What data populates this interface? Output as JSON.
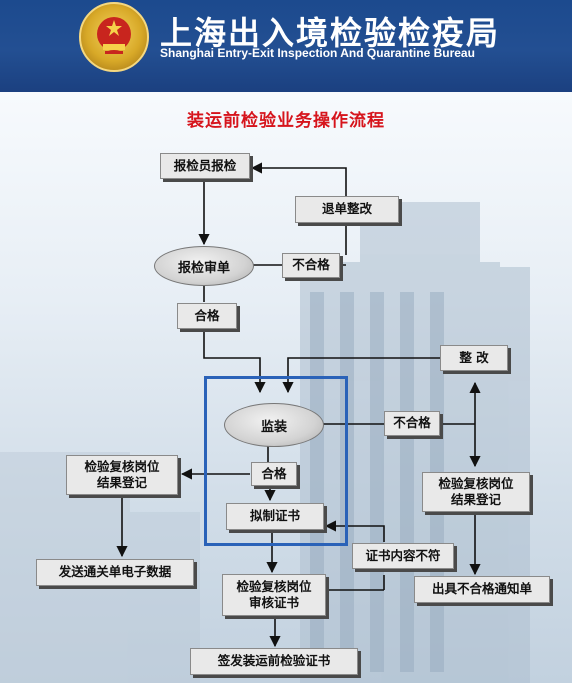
{
  "header": {
    "title_cn": "上海出入境检验检疫局",
    "title_en": "Shanghai Entry-Exit Inspection And Quarantine Bureau"
  },
  "flow": {
    "title": "装运前检验业务操作流程",
    "nodes": {
      "declarant": "报检员报检",
      "return_fix": "退单整改",
      "review": "报检审单",
      "fail_review": "不合格",
      "pass_review": "合格",
      "rectify": "整 改",
      "supervise": "监装",
      "fail_supervise": "不合格",
      "pass_supervise": "合格",
      "recheck_left_1": "检验复核岗位",
      "recheck_left_2": "结果登记",
      "recheck_right_1": "检验复核岗位",
      "recheck_right_2": "结果登记",
      "draft_cert": "拟制证书",
      "send_data": "发送通关单电子数据",
      "cert_mismatch": "证书内容不符",
      "audit_1": "检验复核岗位",
      "audit_2": "审核证书",
      "fail_notice": "出具不合格通知单",
      "issue_cert": "签发装运前检验证书"
    }
  }
}
